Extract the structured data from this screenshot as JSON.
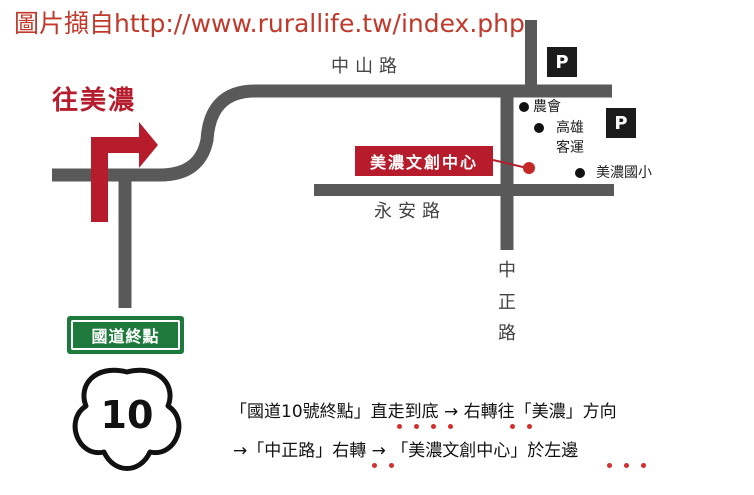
{
  "source_caption": "圖片擷自http://www.rurallife.tw/index.php",
  "direction_label": "往美濃",
  "roads": {
    "zhongshan": "中山路",
    "yongan": "永安路",
    "zhongzheng": [
      "中",
      "正",
      "路"
    ]
  },
  "destination": "美濃文創中心",
  "poi": {
    "farmers_assoc": "農會",
    "bus_line1": "高雄",
    "bus_line2": "客運",
    "school": "美濃國小"
  },
  "parking": [
    "P",
    "P"
  ],
  "highway_end_sign": "國道終點",
  "route_shield_number": "10",
  "instructions": {
    "line1": "「國道10號終點」直走到底 → 右轉往「美濃」方向",
    "line2": "→「中正路」右轉 → 「美濃文創中心」於左邊"
  },
  "colors": {
    "road": "#595959",
    "accent_red": "#b71c2c",
    "sign_green": "#1e7a3c",
    "parking_bg": "#1b1b1b",
    "emphasis_dot": "#d32f2f"
  }
}
